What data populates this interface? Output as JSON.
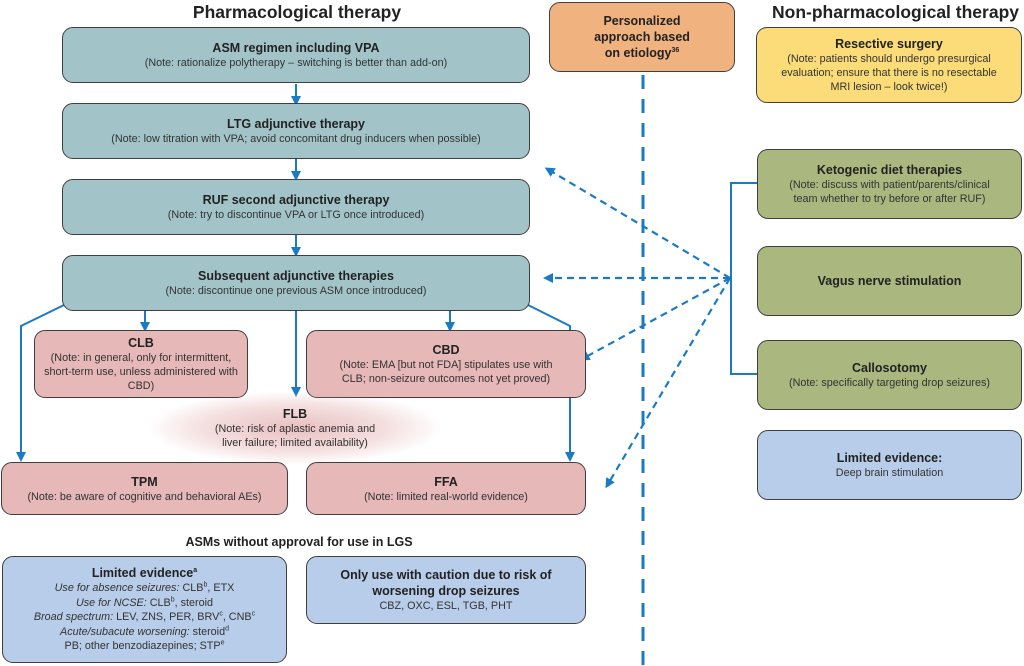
{
  "headings": {
    "pharmacological": "Pharmacological therapy",
    "non_pharmacological": "Non-pharmacological therapy",
    "asms_without_approval": "ASMs without approval for use in LGS"
  },
  "personalized": {
    "line1": "Personalized",
    "line2": "approach based",
    "line3": "on etiology",
    "ref": "36"
  },
  "pharmacological": {
    "asm_regimen": {
      "title": "ASM regimen including VPA",
      "note": "(Note: rationalize polytherapy – switching is better than add-on)"
    },
    "ltg": {
      "title": "LTG adjunctive therapy",
      "note": "(Note: low titration with VPA; avoid concomitant drug inducers when possible)"
    },
    "ruf": {
      "title": "RUF second adjunctive therapy",
      "note": "(Note: try to discontinue VPA or LTG once introduced)"
    },
    "subsequent": {
      "title": "Subsequent adjunctive therapies",
      "note": "(Note: discontinue one previous ASM once introduced)"
    },
    "clb": {
      "title": "CLB",
      "note1": "(Note: in general, only for intermittent,",
      "note2": "short-term use, unless administered with CBD)"
    },
    "cbd": {
      "title": "CBD",
      "note1": "(Note: EMA [but not FDA] stipulates use with",
      "note2": "CLB; non-seizure outcomes not yet proved)"
    },
    "flb": {
      "title": "FLB",
      "note1": "(Note: risk of aplastic anemia and",
      "note2": "liver failure; limited availability)"
    },
    "tpm": {
      "title": "TPM",
      "note": "(Note: be aware of cognitive and behavioral AEs)"
    },
    "ffa": {
      "title": "FFA",
      "note": "(Note: limited real-world evidence)"
    }
  },
  "non_pharmacological": {
    "resective": {
      "title": "Resective surgery",
      "note1": "(Note: patients should undergo presurgical",
      "note2": "evaluation; ensure that there is no resectable",
      "note3": "MRI lesion – look twice!)"
    },
    "ketogenic": {
      "title": "Ketogenic diet therapies",
      "note1": "(Note: discuss with patient/parents/clinical",
      "note2": "team whether to try before or after RUF)"
    },
    "vns": {
      "title": "Vagus nerve stimulation"
    },
    "callosotomy": {
      "title": "Callosotomy",
      "note": "(Note: specifically targeting drop seizures)"
    },
    "dbs": {
      "title": "Limited evidence:",
      "note": "Deep brain stimulation"
    }
  },
  "unapproved": {
    "limited": {
      "title": "Limited evidence",
      "title_sup": "a",
      "absence_label": "Use for absence seizures:",
      "absence_clb": " CLB",
      "absence_clb_sup": "b",
      "absence_rest": ", ETX",
      "ncse_label": "Use for NCSE:",
      "ncse_clb": " CLB",
      "ncse_clb_sup": "b",
      "ncse_rest": ", steroid",
      "broad_label": "Broad spectrum:",
      "broad_text": " LEV, ZNS, PER, BRV",
      "broad_sup1": "c",
      "broad_text2": ", CNB",
      "broad_sup2": "c",
      "acute_label": "Acute/subacute worsening:",
      "acute_text": " steroid",
      "acute_sup": "d",
      "pb_text": "PB; other benzodiazepines; STP",
      "pb_sup": "e"
    },
    "caution": {
      "title1": "Only use with caution due to risk of",
      "title2": "worsening drop seizures",
      "drugs": "CBZ, OXC, ESL, TGB, PHT"
    }
  },
  "colors": {
    "arrow": "#1a7bc4",
    "teal": "#a2c4c9",
    "pink": "#e6b8b7",
    "orange": "#f0b27f",
    "yellow": "#fbdc78",
    "olive": "#aab77f",
    "blue": "#b8cde9"
  }
}
